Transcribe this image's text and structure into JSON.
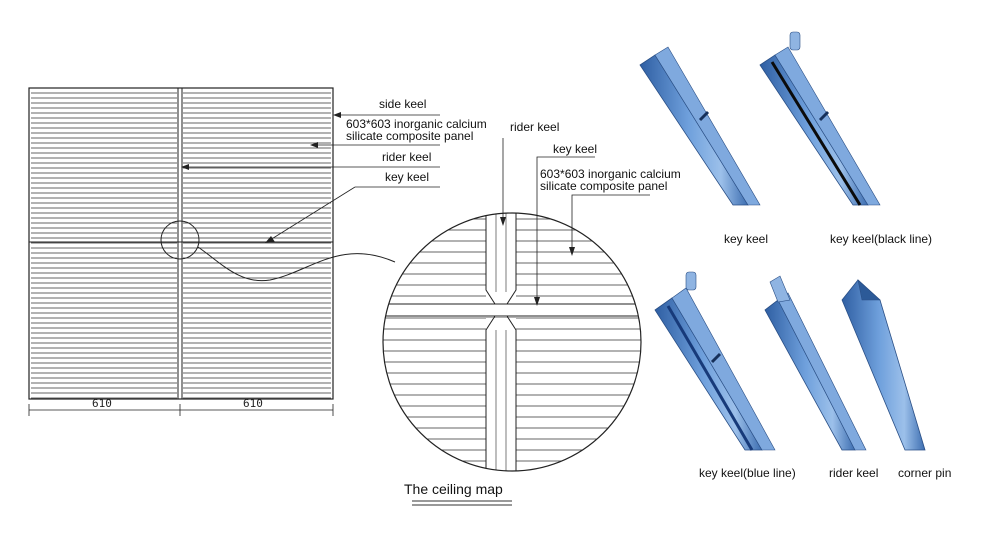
{
  "plan": {
    "labels": {
      "side_keel": "side keel",
      "panel_line1": "603*603 inorganic calcium",
      "panel_line2": "silicate composite panel",
      "rider_keel": "rider keel",
      "key_keel": "key keel"
    },
    "dimensions": [
      "610",
      "610"
    ]
  },
  "detail": {
    "labels": {
      "rider_keel": "rider keel",
      "key_keel": "key keel",
      "panel_line1": "603*603 inorganic calcium",
      "panel_line2": "silicate composite panel"
    }
  },
  "parts": [
    {
      "caption": "key keel",
      "color": "#4f86c6"
    },
    {
      "caption": "key keel(black line)",
      "color": "#4f86c6"
    },
    {
      "caption": "key keel(blue line)",
      "color": "#4f86c6"
    },
    {
      "caption": "rider keel",
      "color": "#5b8ed1"
    },
    {
      "caption": "corner pin",
      "color": "#5b8ed1"
    }
  ],
  "title": "The ceiling map"
}
